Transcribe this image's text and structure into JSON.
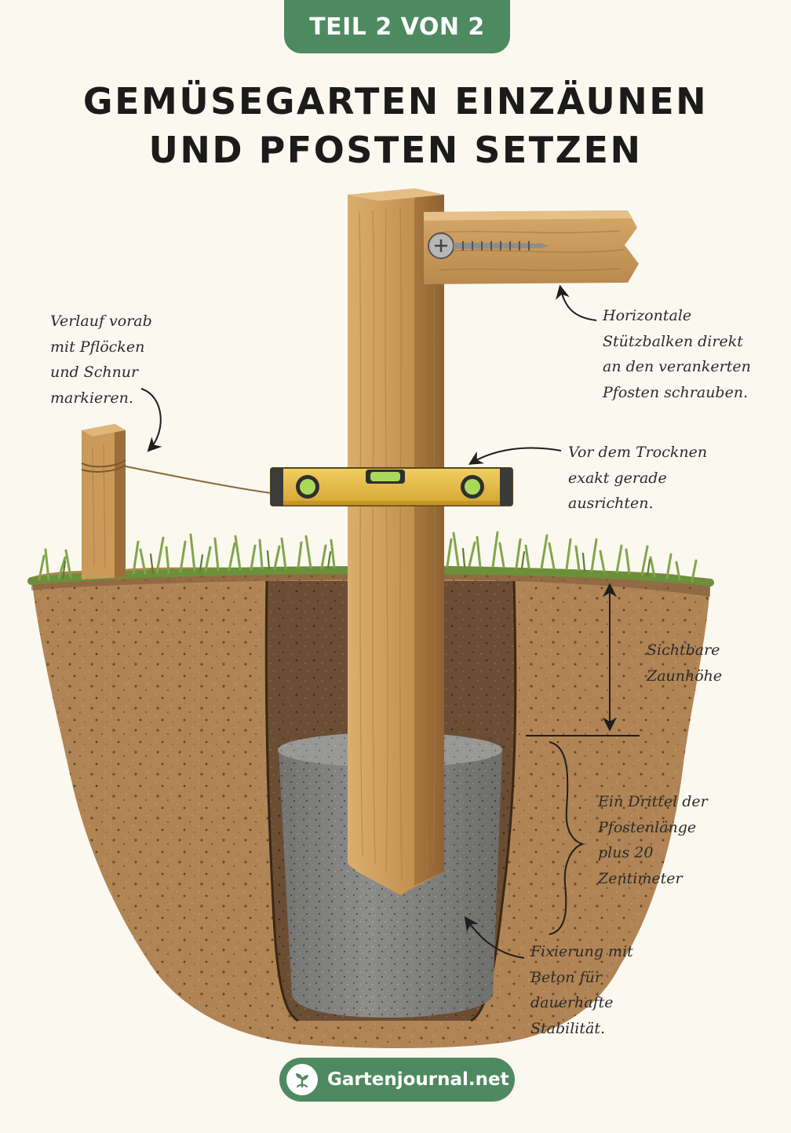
{
  "header": {
    "badge": "TEIL 2 VON 2",
    "title_line1": "GEMÜSEGARTEN EINZÄUNEN",
    "title_line2": "UND PFOSTEN SETZEN"
  },
  "annotations": {
    "string_line": "Verlauf vorab\nmit Pflöcken\nund Schnur\nmarkieren.",
    "support_beam": "Horizontale\nStützbalken direkt\nan den verankerten\nPfosten schrauben.",
    "level": "Vor dem Trocknen\nexakt gerade\nausrichten.",
    "visible_height": "Sichtbare\nZaunhöhe",
    "depth": "Ein Drittel der\nPfostenlänge\nplus 20\nZentimeter",
    "concrete": "Fixierung mit\nBeton für\ndauerhafte\nStabilität."
  },
  "footer": {
    "site": "Gartenjournal.net",
    "logo_icon": "seedling-icon"
  },
  "colors": {
    "accent_green": "#4e8a5f",
    "wood": "#c99a5a",
    "soil": "#a8794b",
    "concrete": "#8f8f8f",
    "level_yellow": "#e2b73e",
    "grass": "#7fa64a"
  }
}
